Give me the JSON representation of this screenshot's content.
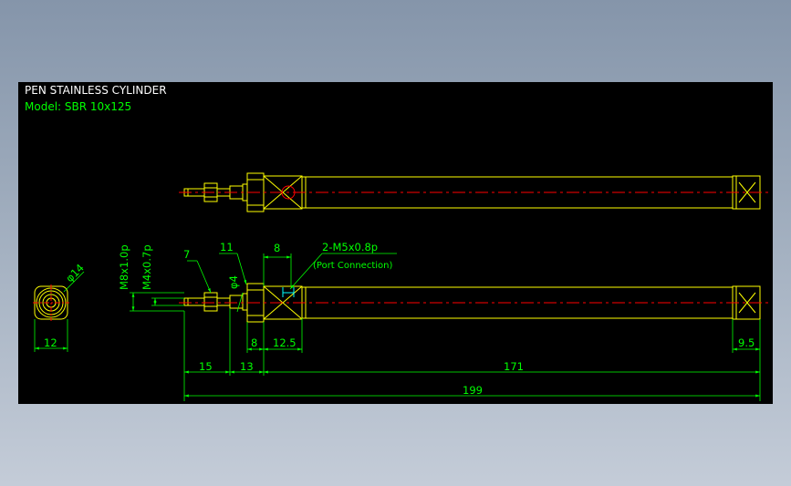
{
  "drawing": {
    "title": "PEN STAINLESS CYLINDER",
    "model": "Model: SBR 10x125"
  },
  "dimensions": {
    "d_7": "7",
    "d_11": "11",
    "d_8_top": "8",
    "d_port": "2-M5x0.8p",
    "d_port_note": "(Port Connection)",
    "d_m8": "M8x1.0p",
    "d_m4": "M4x0.7p",
    "d_phi4": "φ4",
    "d_phi14": "φ14",
    "d_12": "12",
    "d_8_bottom": "8",
    "d_12_5": "12.5",
    "d_9_5": "9.5",
    "d_15": "15",
    "d_13": "13",
    "d_171": "171",
    "d_199": "199"
  },
  "colors": {
    "background": "#000000",
    "outline": "#ffff00",
    "dimension": "#00ff00",
    "centerline": "#ff0000",
    "title_text": "#ffffff",
    "model_text": "#00ff00",
    "port_marker": "#00ffff"
  }
}
